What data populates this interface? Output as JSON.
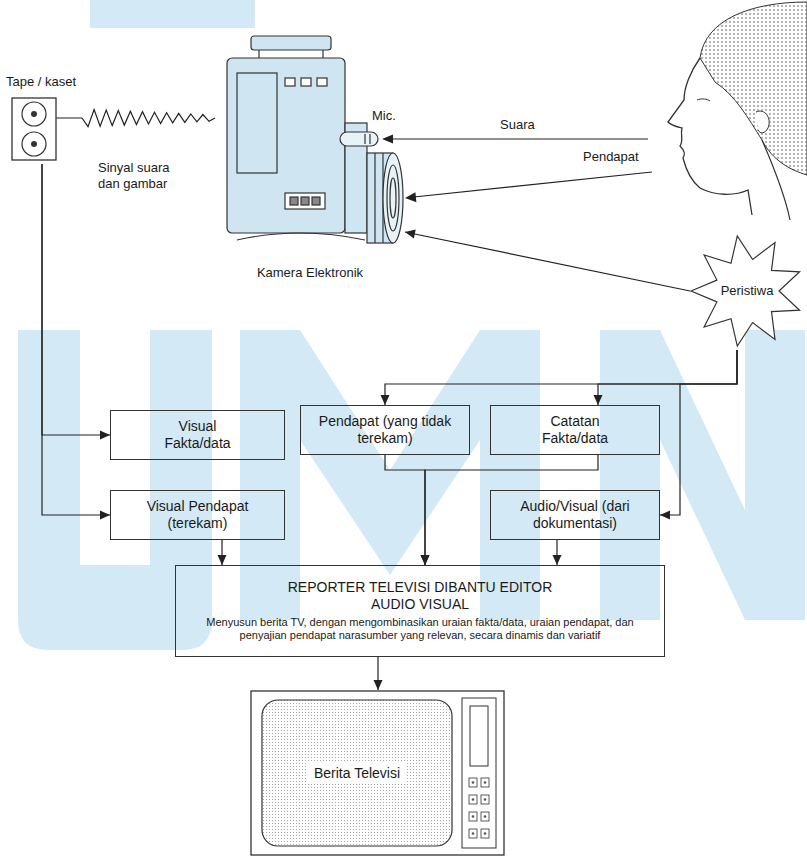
{
  "diagram": {
    "nodes": [
      {
        "text": [
          "Tape / kaset"
        ]
      },
      {
        "text": [
          "Kamera Elektronik"
        ]
      },
      {
        "text": [
          "Peristiwa"
        ]
      },
      {
        "text": [
          "Visual Fakta/data"
        ]
      },
      {
        "text": [
          "Pendapat (yang tidak terekam)"
        ]
      },
      {
        "text": [
          "Catatan Fakta/data"
        ]
      },
      {
        "text": [
          "Visual Pendapat (terekam)"
        ]
      },
      {
        "text": [
          "Audio/Visual (dari dokumentasi)"
        ]
      },
      {
        "text": [
          "REPORTER TELEVISI DIBANTU EDITOR AUDIO VISUAL",
          "Menyusun berita TV, dengan mengombinasikan uraian fakta/data, uraian pendapat, dan penyajian pendapat narasumber yang relevan, secara dinamis dan variatif"
        ]
      },
      {
        "text": [
          "Berita Televisi"
        ]
      }
    ],
    "edges": [
      {
        "from": 1,
        "to": 0,
        "label": "Sinyal suara dan gambar",
        "arrow": "none"
      },
      {
        "from": 2,
        "to": 1,
        "arrow": "to"
      },
      {
        "from": 0,
        "to": 3,
        "arrow": "to"
      },
      {
        "from": 0,
        "to": 6,
        "arrow": "to"
      },
      {
        "from": 2,
        "to": 4,
        "arrow": "to"
      },
      {
        "from": 2,
        "to": 5,
        "arrow": "to"
      },
      {
        "from": 2,
        "to": 7,
        "arrow": "to"
      },
      {
        "from": 4,
        "to": 8,
        "arrow": "to"
      },
      {
        "from": 5,
        "to": 8,
        "arrow": "to"
      },
      {
        "from": 6,
        "to": 8,
        "arrow": "to"
      },
      {
        "from": 7,
        "to": 8,
        "arrow": "to"
      },
      {
        "from": 8,
        "to": 9,
        "arrow": "to"
      }
    ],
    "labels": [
      "Mic.",
      "Suara",
      "Pendapat"
    ]
  }
}
